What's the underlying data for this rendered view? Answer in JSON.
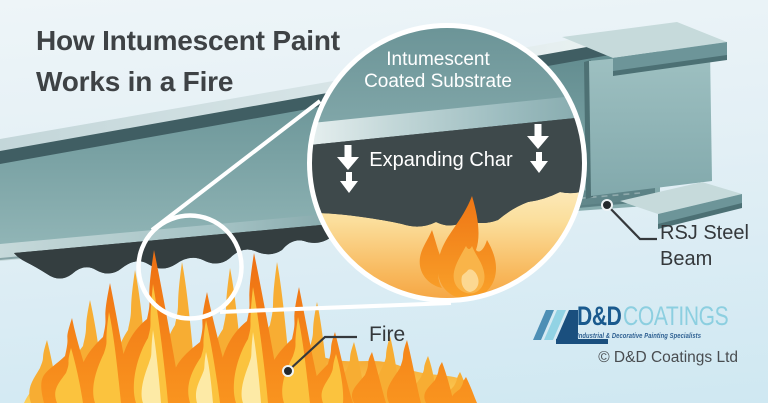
{
  "title": {
    "line1": "How Intumescent Paint",
    "line2": "Works in a Fire"
  },
  "magnifier": {
    "substrate_line1": "Intumescent",
    "substrate_line2": "Coated Substrate",
    "char_label": "Expanding Char"
  },
  "callouts": {
    "beam_line1": "RSJ Steel",
    "beam_line2": "Beam",
    "fire": "Fire"
  },
  "logo": {
    "name_bold": "D&D",
    "name_light": "COATINGS",
    "tagline": "Industrial & Decorative Painting Specialists"
  },
  "footer": {
    "copyright": "© D&D Coatings Ltd"
  },
  "colors": {
    "background_top": "#eef5f8",
    "background_bottom": "#cfe8f2",
    "beam_teal": "#7da5a7",
    "beam_edge_dark": "#405e63",
    "char_dark": "#3e494b",
    "flame_deep_orange": "#ee6f12",
    "flame_yellow": "#fbc33e",
    "flame_core": "#fdeaa6",
    "cream_glow": "#fdf6dd",
    "logo_navy": "#1a5a8e",
    "logo_light_blue": "#8ccfe0",
    "label_text": "#34383b",
    "white": "#ffffff"
  }
}
